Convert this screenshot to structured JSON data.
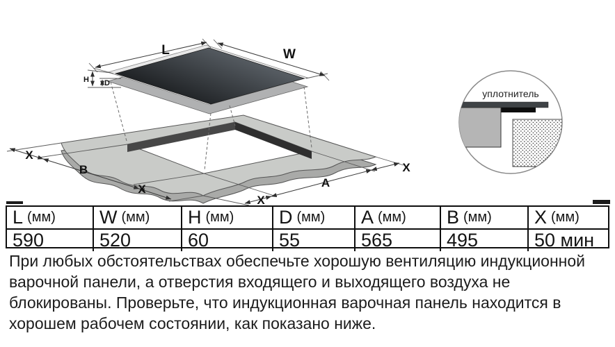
{
  "diagram": {
    "labels": {
      "l": "L",
      "w": "W",
      "h": "H",
      "d": "D",
      "x": "X",
      "b": "B",
      "a": "A"
    },
    "detail": {
      "seal_label": "уплотнитель"
    },
    "colors": {
      "glass_light": "#565c62",
      "glass_dark": "#212427",
      "rim": "#e8e8e8",
      "body": "#b0b1b2",
      "counter_top": "#c9cbc8",
      "counter_side": "#a9aaa8",
      "cutout_wall_left": "#474747",
      "cutout_wall_right": "#2f2f2f",
      "detail_glass": "#3f4346",
      "detail_seal": "#0d0d0d",
      "detail_body": "#b5b5b5"
    }
  },
  "table": {
    "headers": [
      {
        "letter": "L",
        "unit": "(мм)"
      },
      {
        "letter": "W",
        "unit": "(мм)"
      },
      {
        "letter": "H",
        "unit": "(мм)"
      },
      {
        "letter": "D",
        "unit": "(мм)"
      },
      {
        "letter": "A",
        "unit": "(мм)"
      },
      {
        "letter": "B",
        "unit": "(мм)"
      },
      {
        "letter": "X",
        "unit": "(мм)"
      }
    ],
    "values": [
      "590",
      "520",
      "60",
      "55",
      "565",
      "495",
      "50 мин"
    ]
  },
  "paragraph": {
    "lines": [
      "При любых обстоятельствах обеспечьте хорошую вентиляцию индукционной",
      "варочной панели, а отверстия входящего и выходящего воздуха не",
      "блокированы. Проверьте, что индукционная варочная панель находится в",
      "хорошем рабочем состоянии, как показано ниже."
    ]
  }
}
